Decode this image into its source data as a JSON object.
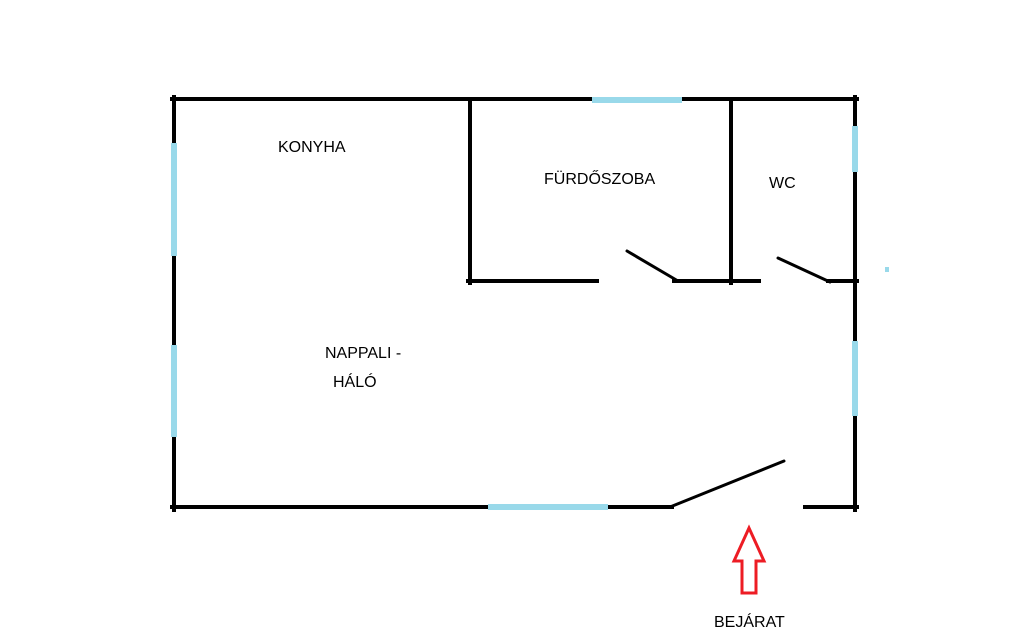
{
  "labels": {
    "kitchen": "KONYHA",
    "bathroom": "FÜRDŐSZOBA",
    "wc": "WC",
    "living_line1": "NAPPALI -",
    "living_line2": "HÁLÓ",
    "entrance": "BEJÁRAT"
  },
  "colors": {
    "wall": "#000000",
    "window": "#99d9ea",
    "entrance_arrow": "#ed1c24"
  }
}
